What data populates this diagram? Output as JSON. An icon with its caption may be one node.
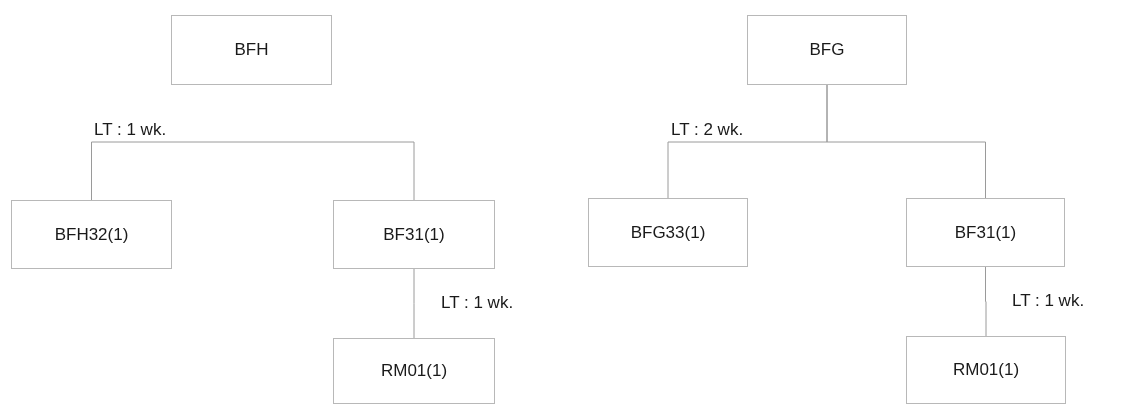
{
  "diagram": {
    "nodes": [
      {
        "text": [
          "BFH"
        ]
      },
      {
        "text": [
          "BFH32(1)"
        ]
      },
      {
        "text": [
          "BF31(1)"
        ]
      },
      {
        "text": [
          "RM01(1)"
        ]
      },
      {
        "text": [
          "BFG"
        ]
      },
      {
        "text": [
          "BFG33(1)"
        ]
      },
      {
        "text": [
          "BF31(1)"
        ]
      },
      {
        "text": [
          "RM01(1)"
        ]
      }
    ],
    "edges": [
      {
        "from": 1,
        "to": 2,
        "arrow": "none",
        "label": "LT : 1 wk."
      },
      {
        "from": 2,
        "to": 3,
        "arrow": "none",
        "label": "LT : 1 wk."
      },
      {
        "from": 4,
        "to": 5,
        "arrow": "none",
        "label": "LT : 2 wk."
      },
      {
        "from": 4,
        "to": 6,
        "arrow": "none"
      },
      {
        "from": 6,
        "to": 7,
        "arrow": "none",
        "label": "LT : 1 wk."
      }
    ]
  }
}
